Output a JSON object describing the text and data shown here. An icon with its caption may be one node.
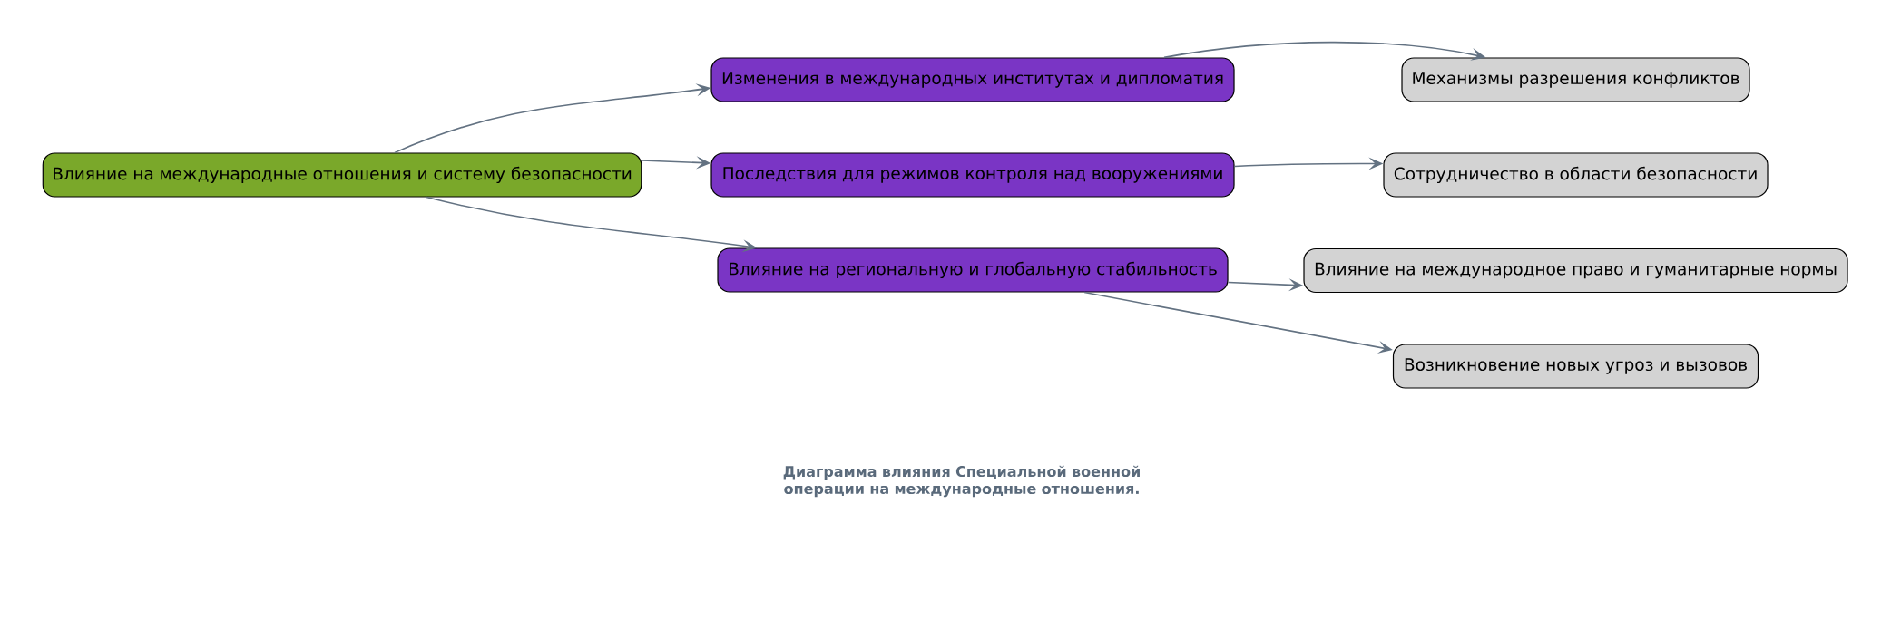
{
  "diagram": {
    "caption": "Диаграмма влияния Специальной военной операции на международные отношения.",
    "nodes": [
      {
        "text": [
          "Влияние на международные отношения и систему безопасности"
        ]
      },
      {
        "text": [
          "Изменения в международных институтах и дипломатия"
        ]
      },
      {
        "text": [
          "Последствия для режимов контроля над вооружениями"
        ]
      },
      {
        "text": [
          "Влияние на региональную и глобальную стабильность"
        ]
      },
      {
        "text": [
          "Механизмы разрешения конфликтов"
        ]
      },
      {
        "text": [
          "Сотрудничество в области безопасности"
        ]
      },
      {
        "text": [
          "Влияние на международное право и гуманитарные нормы"
        ]
      },
      {
        "text": [
          "Возникновение новых угроз и вызовов"
        ]
      }
    ],
    "edges": [
      {
        "from": 0,
        "to": 1,
        "arrow": "to"
      },
      {
        "from": 0,
        "to": 2,
        "arrow": "to"
      },
      {
        "from": 0,
        "to": 3,
        "arrow": "to"
      },
      {
        "from": 1,
        "to": 4,
        "arrow": "to"
      },
      {
        "from": 2,
        "to": 5,
        "arrow": "to"
      },
      {
        "from": 3,
        "to": 6,
        "arrow": "to"
      },
      {
        "from": 3,
        "to": 7,
        "arrow": "to"
      }
    ]
  }
}
